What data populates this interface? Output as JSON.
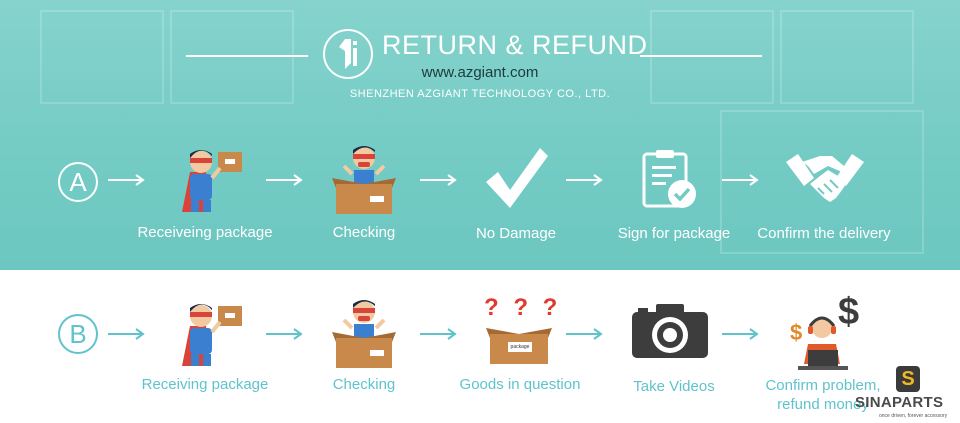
{
  "header": {
    "title": "RETURN & REFUND",
    "url": "www.azgiant.com",
    "company": "SHENZHEN AZGIANT TECHNOLOGY CO., LTD."
  },
  "row_a": {
    "label": "A",
    "steps": [
      {
        "label": "Receiveing package",
        "icon": "superhero-with-box-icon"
      },
      {
        "label": "Checking",
        "icon": "superhero-in-box-icon"
      },
      {
        "label": "No Damage",
        "icon": "checkmark-icon"
      },
      {
        "label": "Sign for package",
        "icon": "clipboard-check-icon"
      },
      {
        "label": "Confirm the delivery",
        "icon": "handshake-icon"
      }
    ]
  },
  "row_b": {
    "label": "B",
    "steps": [
      {
        "label": "Receiving package",
        "icon": "superhero-with-box-icon"
      },
      {
        "label": "Checking",
        "icon": "superhero-in-box-icon"
      },
      {
        "label": "Goods in question",
        "icon": "box-question-icon",
        "box_text": "package",
        "marks": "? ? ?"
      },
      {
        "label": "Take Videos",
        "icon": "camera-icon"
      },
      {
        "label_line1": "Confirm problem,",
        "label_line2": "refund money",
        "icon": "support-agent-dollar-icon"
      }
    ]
  },
  "watermark": {
    "brand": "SINAPARTS",
    "tagline": "once driven, forever accessory",
    "badge_letter": "S"
  },
  "colors": {
    "top_bg": "#73cbc4",
    "accent": "#5fc3cc",
    "box": "#c8894a",
    "cape": "#d9443a",
    "suit": "#3b7fd0"
  }
}
